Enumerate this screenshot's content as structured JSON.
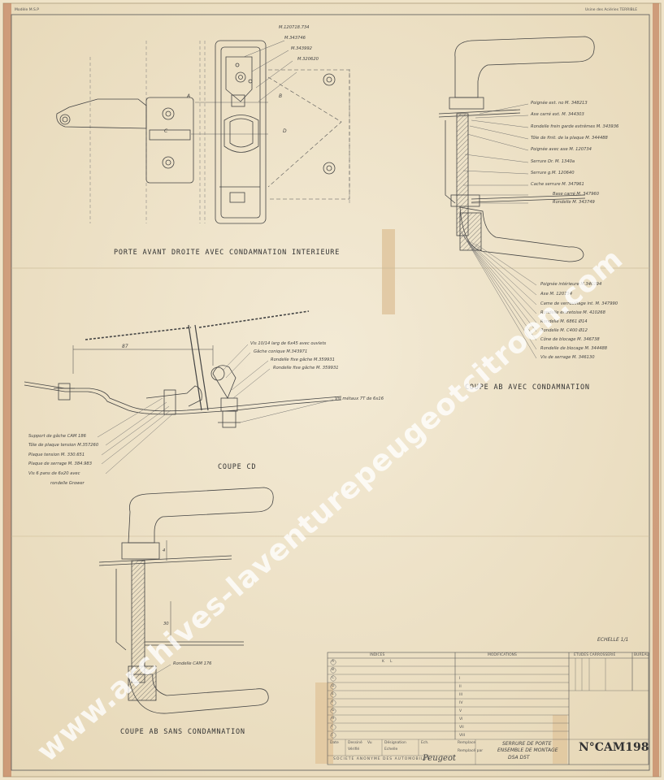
{
  "header": {
    "corner_left": "Modèle M.S.P",
    "corner_right": "Usine des Aciéries TERRIBLE"
  },
  "views": {
    "front": {
      "title": "PORTE AVANT DROITE AVEC CONDAMNATION INTERIEURE",
      "markers": [
        "A",
        "B",
        "C",
        "D"
      ],
      "callouts": [
        "M.120718.734",
        "M.343746",
        "M.343992",
        "M.320620"
      ]
    },
    "section_ab_cond": {
      "title": "COUPE AB AVEC CONDAMNATION",
      "callouts_top": [
        "Poignée ext. no    M. 348213",
        "Axe carré ext.    M. 344303",
        "Rondelle frein  garde extrêmes M. 343936",
        "Tôle de finit. de la plaque M. 344488",
        "Poignée avec axe M. 120734",
        "Serrure Dr. M. 1340a",
        "Serrure g.M. 120640",
        "Cache serrure   M. 347961",
        "Base carré M. 347960",
        "Rondelle M. 343749"
      ],
      "callouts_bottom": [
        "Poignée intérieure M.340294",
        "Axe    M. 120734",
        "Came de verrouillage int. M. 347990",
        "Rondelle entretoise  M. 410268",
        "Rondelle  M. 6861  Ø14",
        "Rondelle  M. C400  Ø12",
        "Cône de blocage  M. 346738",
        "Rondelle de blocage  M. 344488",
        "Vis de serrage   M. 346130"
      ]
    },
    "section_cd": {
      "title": "COUPE CD",
      "dimension": "87",
      "callouts_right": [
        "Vis 10/14 larg de 6x45 avec ouvlets",
        "Gâche conique  M.343971",
        "Rondelle fixe gâche  M.359931",
        "Rondelle fixe gâche  M. 359931",
        "Vis métaux 7T de 6x16"
      ],
      "callouts_left": [
        "Support de gâche CAM 186",
        "Tôle de plaque tension M.357260",
        "Plaque tension    M. 330.651",
        "Plaque de serrage  M. 384.983",
        "Vis 6 pans de 6x20 avec",
        "rondelle Grower"
      ]
    },
    "section_ab_sans": {
      "title": "COUPE AB SANS CONDAMNATION",
      "callout": "Rondelle CAM 176",
      "dim1": "4",
      "dim2": "30"
    }
  },
  "scale_label": "ECHELLE 1/1",
  "title_block": {
    "col_indices": "INDICES",
    "col_modifications": "MODIFICATIONS",
    "col_carrosserie": "ETUDES CARROSSERIE",
    "col_bureau": "BUREAU",
    "rows": [
      "A",
      "B",
      "C",
      "D",
      "E",
      "F",
      "G",
      "H",
      "I",
      "J",
      "K",
      "L"
    ],
    "roman": [
      "I",
      "II",
      "III",
      "IV",
      "V",
      "VI",
      "VII",
      "VIII"
    ],
    "company": "SOCIETE ANONYME DES AUTOMOBILES",
    "brand": "Peugeot",
    "designation": [
      "SERRURE DE PORTE",
      "ENSEMBLE DE MONTAGE",
      "D5A  D5T"
    ],
    "number": "N°CAM198",
    "small": [
      "Date",
      "Dessiné",
      "Vérifié",
      "Vu",
      "Désignation",
      "Echelle",
      "Ech.",
      "Remplace",
      "Remplacé par"
    ]
  },
  "watermark": "www.archives-laventurepeugeotcitroen.com"
}
